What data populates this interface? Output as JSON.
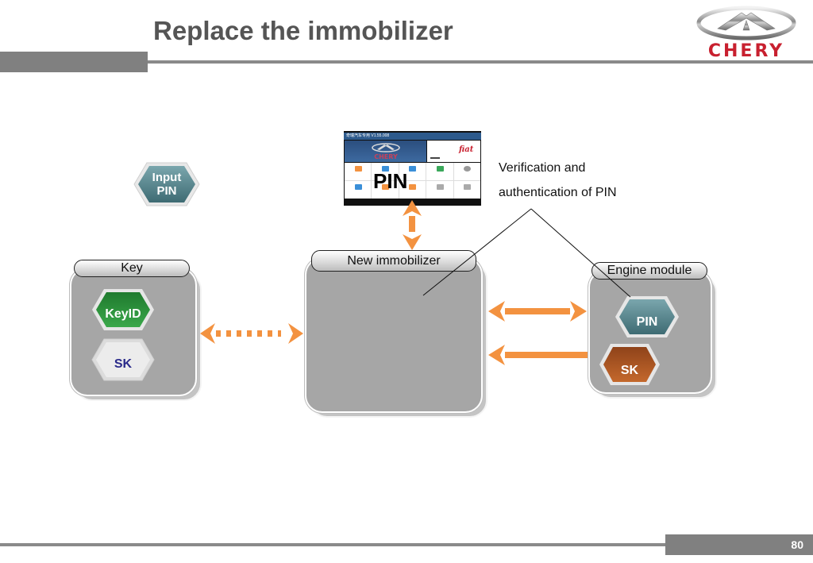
{
  "slide": {
    "title": "Replace the immobilizer",
    "page_number": "80",
    "brand": {
      "name": "CHERY",
      "color": "#c8202f"
    }
  },
  "diagram": {
    "input_pin": {
      "label_line1": "Input",
      "label_line2": "PIN",
      "color": "#4f8088"
    },
    "tablet": {
      "window_title": "奇瑞汽车专用 V1.55.008",
      "banner_brand": "CHERY",
      "overlay_text": "PIN"
    },
    "caption": {
      "line1": "Verification and",
      "line2": "authentication of PIN"
    },
    "modules": {
      "key": {
        "title": "Key",
        "items": [
          {
            "label": "KeyID",
            "color": "#2a8a3a",
            "text_color": "#ffffff"
          },
          {
            "label": "SK",
            "color": "#ececec",
            "text_color": "#2a2a8a"
          }
        ]
      },
      "immobilizer": {
        "title": "New immobilizer"
      },
      "engine": {
        "title": "Engine module",
        "items": [
          {
            "label": "PIN",
            "color": "#4f8088",
            "text_color": "#ffffff"
          },
          {
            "label": "SK",
            "color": "#b45a22",
            "text_color": "#ffffff"
          }
        ]
      }
    },
    "connections": [
      {
        "from": "key",
        "to": "immobilizer",
        "style": "dotted",
        "direction": "both"
      },
      {
        "from": "immobilizer",
        "to": "tablet",
        "style": "solid",
        "direction": "both"
      },
      {
        "from": "immobilizer",
        "to": "engine",
        "style": "solid",
        "direction": "both"
      },
      {
        "from": "engine",
        "to": "immobilizer",
        "style": "solid",
        "direction": "single"
      }
    ],
    "arrow_color": "#f39240"
  }
}
